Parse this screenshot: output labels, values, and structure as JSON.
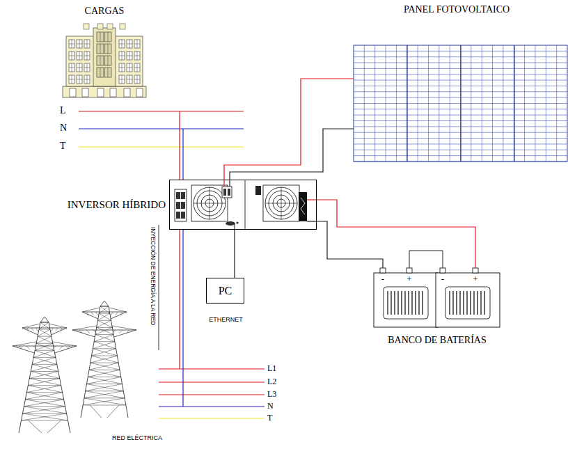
{
  "diagram": {
    "nodes": [
      {
        "text": [
          "CARGAS"
        ]
      },
      {
        "text": [
          "PANEL FOTOVOLTAICO"
        ]
      },
      {
        "text": [
          "INVERSOR HÍBRIDO"
        ]
      },
      {
        "text": [
          "PC",
          "ETHERNET"
        ]
      },
      {
        "text": [
          "BANCO DE BATERÍAS"
        ]
      },
      {
        "text": [
          "RED ELÉCTRICA"
        ]
      }
    ],
    "edges": [
      {
        "from": 1,
        "to": 2,
        "arrow": "none"
      },
      {
        "from": 2,
        "to": 4,
        "arrow": "none"
      },
      {
        "from": 2,
        "to": 3,
        "arrow": "none"
      },
      {
        "from": 2,
        "to": 0,
        "arrow": "none"
      },
      {
        "from": 2,
        "to": 5,
        "arrow": "none"
      }
    ],
    "labels": [
      "L",
      "N",
      "T",
      "INYECCIÓN DE ENERGÍA A LA RED",
      "L1",
      "L2",
      "L3",
      "N",
      "T",
      "-",
      "+",
      "-",
      "+"
    ]
  }
}
